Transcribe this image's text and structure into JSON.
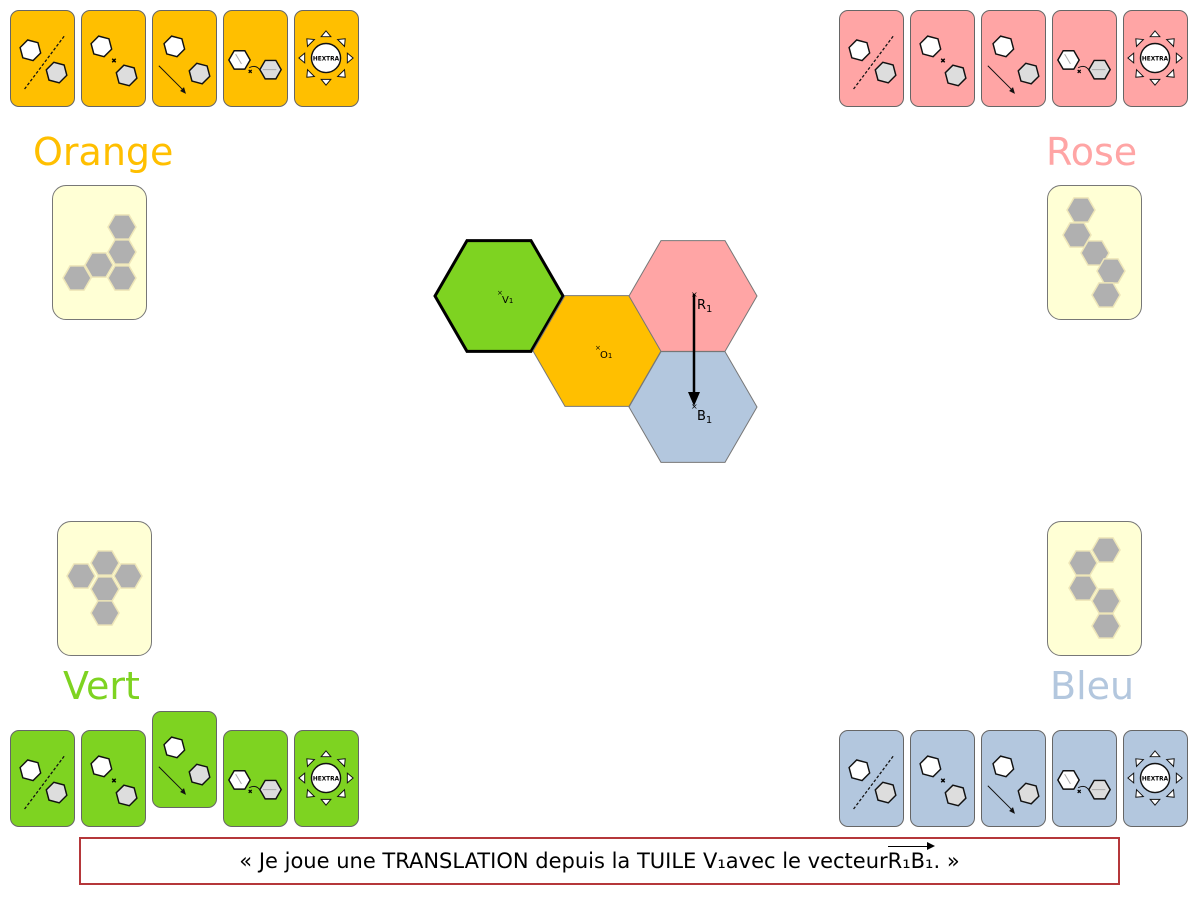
{
  "players": [
    {
      "name": "Orange",
      "color": "#FFBF00",
      "corner": "top-left"
    },
    {
      "name": "Rose",
      "color": "#FFA5A5",
      "corner": "top-right"
    },
    {
      "name": "Vert",
      "color": "#7ED321",
      "corner": "bottom-left"
    },
    {
      "name": "Bleu",
      "color": "#B3C7DE",
      "corner": "bottom-right"
    }
  ],
  "cards": [
    "symetrie-axiale",
    "symetrie-centrale",
    "translation",
    "rotation",
    "hextra"
  ],
  "hextra_label": "HEXTRA",
  "selected_card": {
    "player": "Vert",
    "card": "translation"
  },
  "board": {
    "tiles": [
      {
        "label": "V",
        "sub": "1",
        "color": "#7ED321",
        "selected": true
      },
      {
        "label": "O",
        "sub": "1",
        "color": "#FFBF00"
      },
      {
        "label": "R",
        "sub": "1",
        "color": "#FFA5A5"
      },
      {
        "label": "B",
        "sub": "1",
        "color": "#B3C7DE"
      }
    ],
    "vector": {
      "from": "R1",
      "to": "B1"
    }
  },
  "banner": {
    "open": "« Je joue une TRANSLATION depuis la TUILE V",
    "sub1": "₁",
    "mid": " avec le vecteur ",
    "vec": "R₁B₁",
    "close": ". »"
  },
  "pattern_color": "#FFFFD5"
}
